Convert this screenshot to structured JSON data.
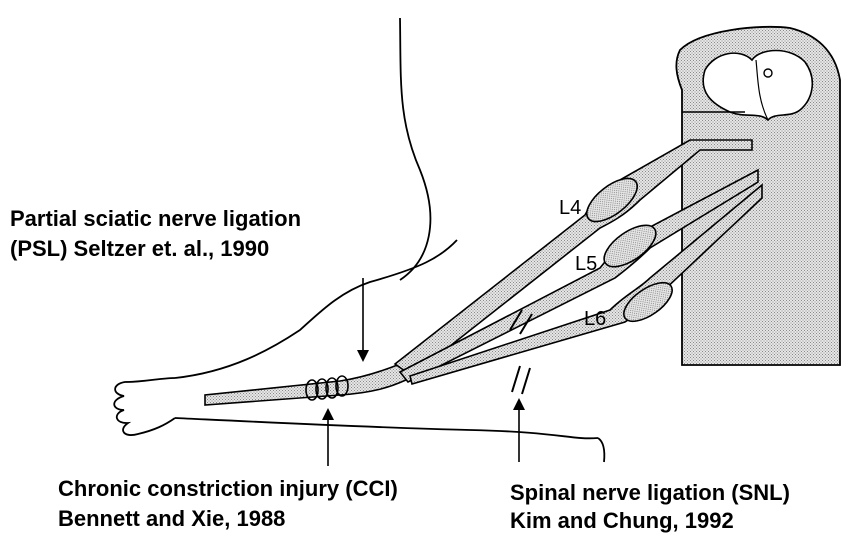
{
  "labels": {
    "psl": {
      "line1": "Partial sciatic nerve ligation",
      "line2": "(PSL) Seltzer et. al., 1990"
    },
    "cci": {
      "line1": "Chronic constriction injury (CCI)",
      "line2": "Bennett and Xie, 1988"
    },
    "snl": {
      "line1": "Spinal nerve ligation (SNL)",
      "line2": "Kim and Chung, 1992"
    }
  },
  "nerves": {
    "l4": "L4",
    "l5": "L5",
    "l6": "L6"
  },
  "colors": {
    "stroke": "#000000",
    "stipple": "#bdbdbd",
    "background": "#ffffff"
  }
}
